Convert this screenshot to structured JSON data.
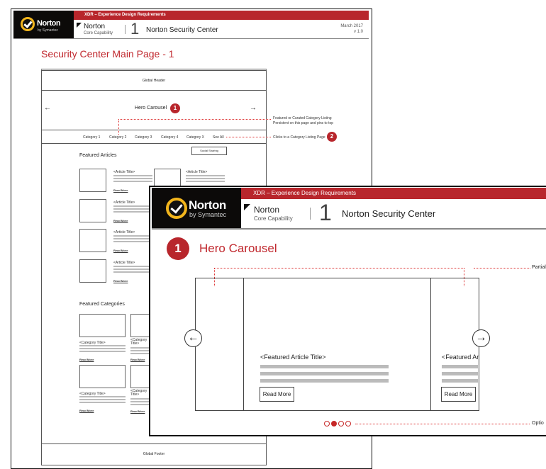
{
  "doc_header": {
    "banner": "XDR – Experience Design Requirements",
    "brand": "Norton",
    "brand_sub": "by Symantec",
    "product": "Norton",
    "product_sub": "Core Capability",
    "section_number": "1",
    "section_title": "Norton Security Center",
    "date": "March 2017",
    "version": "v 1.0"
  },
  "back_page": {
    "title": "Security Center Main Page - 1",
    "global_header": "Global Header",
    "hero": "Hero Carousel",
    "hero_badge": "1",
    "categories": [
      "Category 1",
      "Category 2",
      "Category 3",
      "Category 4",
      "Category X",
      "See All"
    ],
    "note_featured": [
      "Featured or Curated Category Listing",
      "Persistent on this page and pins to top"
    ],
    "note_clicks": "Clicks to a Category Listing Page",
    "note_badge": "2",
    "featured_articles": "Featured Articles",
    "social_sharing": "Social Sharing",
    "article_title": "<Article Title>",
    "read_more": "Read More",
    "featured_categories": "Featured Categories",
    "category_title": "<Category Title>",
    "global_footer": "Global Footer"
  },
  "front_page": {
    "badge": "1",
    "title": "Hero Carousel",
    "slide_title": "<Featured Article Title>",
    "slide_title_partial": "<Featured Ar",
    "read_more": "Read More",
    "note_partial": "Partial",
    "note_optional": "Optio",
    "arrow_left": "←",
    "arrow_right": "→",
    "active_dot": 2,
    "dot_count": 4
  },
  "colors": {
    "brand_red": "#b8262c",
    "logo_bg": "#0c0a09",
    "norton_yellow": "#f2b51c"
  }
}
